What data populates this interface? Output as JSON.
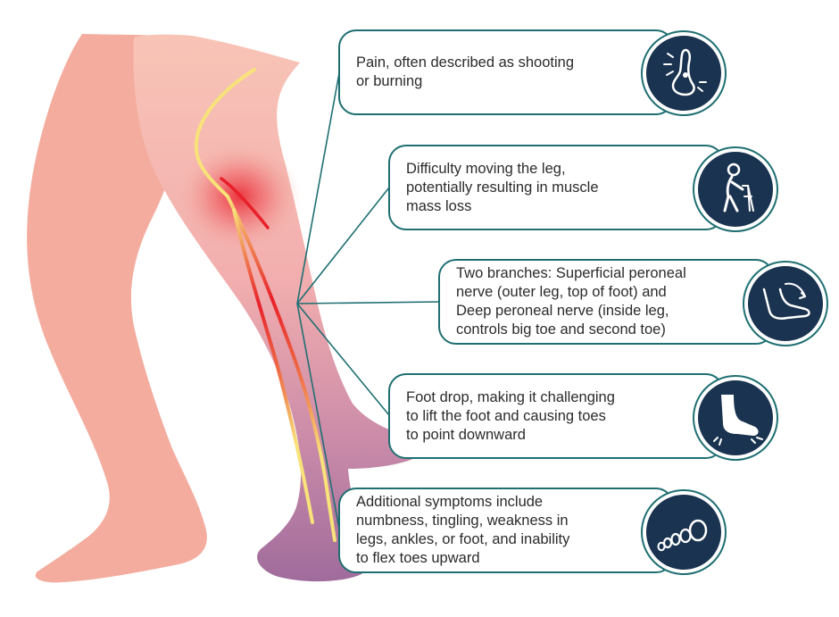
{
  "colors": {
    "callout_border": "#1f6f72",
    "icon_background": "#1a3350",
    "nerve": "#f8e27a",
    "inflammation": "#e8202a",
    "leg_skin": "#f5b8a8",
    "leg_bruise": "#a9729c"
  },
  "callouts": [
    {
      "text": "Pain, often described as shooting\nor burning",
      "icon": "shooting-pain-foot-icon"
    },
    {
      "text": "Difficulty moving the leg,\npotentially resulting in muscle\nmass loss",
      "icon": "person-with-walker-icon"
    },
    {
      "text": "Two branches: Superficial peroneal\nnerve (outer leg, top of foot) and\nDeep peroneal nerve (inside leg,\ncontrols big toe and second toe)",
      "icon": "foot-flexion-icon"
    },
    {
      "text": "Foot drop, making it challenging\nto lift the foot and causing toes\nto point downward",
      "icon": "foot-drop-icon"
    },
    {
      "text": "Additional symptoms include\nnumbness, tingling, weakness in\nlegs, ankles, or foot, and inability\nto flex toes upward",
      "icon": "toes-icon"
    }
  ]
}
